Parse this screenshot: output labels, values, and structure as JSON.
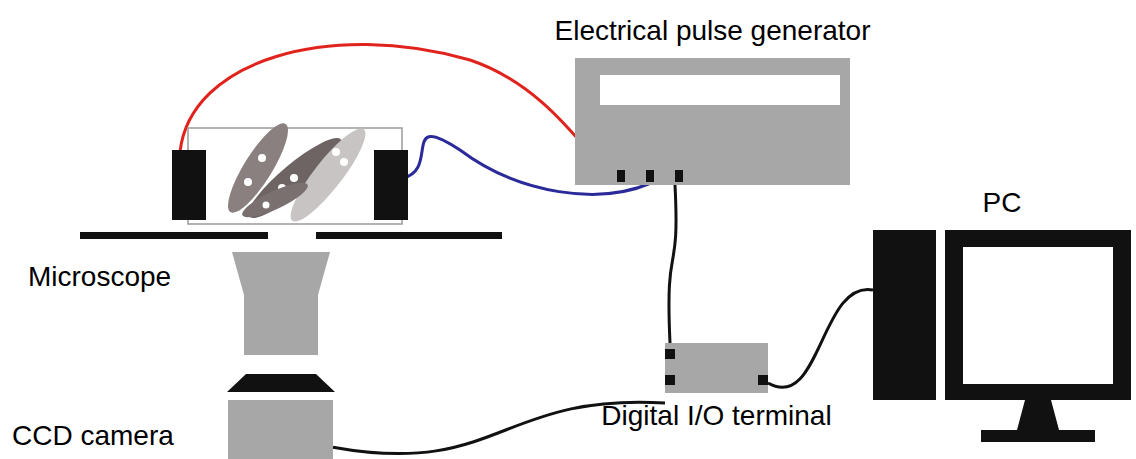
{
  "diagram": {
    "nodes": [
      {
        "text": [
          "Electrical pulse generator"
        ]
      },
      {
        "text": [
          "Microscope"
        ]
      },
      {
        "text": [
          "CCD camera"
        ]
      },
      {
        "text": [
          "Digital I/O terminal"
        ]
      },
      {
        "text": [
          "PC"
        ]
      }
    ],
    "edges": [
      {
        "from": 0,
        "to": 3,
        "arrow": "none"
      },
      {
        "from": 2,
        "to": 3,
        "arrow": "none"
      },
      {
        "from": 3,
        "to": 4,
        "arrow": "none"
      }
    ]
  }
}
